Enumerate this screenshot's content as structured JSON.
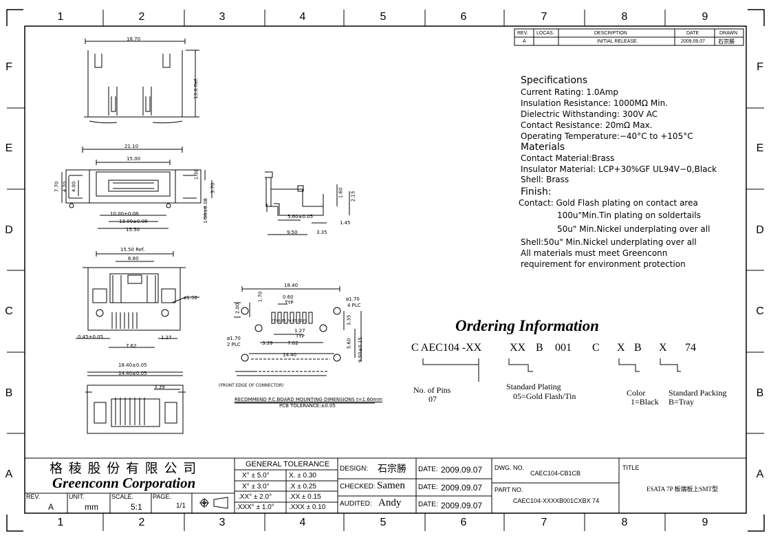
{
  "zones": {
    "top": [
      "1",
      "2",
      "3",
      "4",
      "5",
      "6",
      "7",
      "8",
      "9"
    ],
    "bottom": [
      "1",
      "2",
      "3",
      "4",
      "5",
      "6",
      "7",
      "8",
      "9"
    ],
    "left": [
      "F",
      "E",
      "D",
      "C",
      "B",
      "A"
    ],
    "right": [
      "F",
      "E",
      "D",
      "C",
      "B",
      "A"
    ]
  },
  "revision": {
    "headers": [
      "REV.",
      "LOCAS.",
      "DESCRIPTION",
      "DATE",
      "DRAWN"
    ],
    "row": [
      "A",
      "",
      "INITIAL RELEASE.",
      "2009.09.07",
      "石宗勝"
    ]
  },
  "specifications": {
    "title": "Specifications",
    "lines": [
      "Current Rating: 1.0Amp",
      "Insulation Resistance: 1000MΩ Min.",
      "Dielectric Withstanding: 300V AC",
      "Contact Resistance: 20mΩ Max.",
      "Operating Temperature:−40°C to +105°C"
    ],
    "materials_title": "Materials",
    "materials": [
      "Contact Material:Brass",
      "Insulator Material: LCP+30%GF UL94V−0,Black",
      "Shell: Brass"
    ],
    "finish_title": "Finish:",
    "finish": [
      "Contact: Gold Flash plating on contact area",
      "100u\"Min.Tin plating on soldertails",
      "50u\" Min.Nickel underplating over all",
      "Shell:50u\" Min.Nickel underplating over all",
      "All materials must meet Greenconn",
      "requirement for environment protection"
    ]
  },
  "ordering": {
    "title": "Ordering Information",
    "code": [
      "C AEC104 -XX",
      "XX",
      "B",
      "001",
      "C",
      "X",
      "B",
      "X",
      "74"
    ],
    "labels": {
      "pins": [
        "No. of Pins",
        "07"
      ],
      "plating": [
        "Standard Plating",
        "05=Gold Flash/Tin"
      ],
      "color": [
        "Color",
        "1=Black"
      ],
      "packing": [
        "Standard Packing",
        "B=Tray"
      ]
    }
  },
  "dimensions": {
    "top_view": [
      "18.70",
      "13.6 Ref."
    ],
    "front_view": [
      "21.10",
      "15.00",
      "7.70",
      "4.70",
      "4.00",
      "1.38",
      "3.70",
      "1.50±0.08",
      "10.00±0.08",
      "13.00±0.08",
      "15.50"
    ],
    "side_view": [
      "1.60",
      "2.15",
      "5.60±0.05",
      "1.45",
      "9.50",
      "3.35"
    ],
    "rear_view": [
      "15.50 Ref.",
      "6.80",
      "ø1.50",
      "0.45±0.05",
      "7.62",
      "1.27"
    ],
    "bottom_view": [
      "18.40±0.05",
      "14.40±0.05",
      "3.39"
    ],
    "pcb": [
      "18.40",
      "2.00",
      "1.70",
      "0.60",
      "TYP",
      "ø1.70",
      "4 PLC",
      "P7 P6 P5 P4 P3 P2 P1",
      "1.27",
      "TYP",
      "3.35",
      "ø1.70",
      "2 PLC",
      "3.39",
      "7.62",
      "5.60",
      "9.50±0.15",
      "14.40",
      "(FRONT EDGE OF CONNECTOR)"
    ],
    "pcb_note": "RECOMMEND P.C.BOARD MOUNTING DIMENSIONS t=1.60mm",
    "pcb_tol": "PCB TOLERANCE:±0.05"
  },
  "title_block": {
    "company_cn": "格 稜 股 份 有 限 公 司",
    "company_en": "Greenconn Corporation",
    "rev_label": "REV.",
    "rev": "A",
    "unit_label": "UNIT.",
    "unit": "mm",
    "scale_label": "SCALE.",
    "scale": "5:1",
    "page_label": "PAGE.",
    "page": "1/1",
    "tolerance_title": "GENERAL TOLERANCE",
    "tolerance": [
      [
        "X° ± 5.0°",
        "X.  ± 0.30"
      ],
      [
        "X° ± 3.0°",
        ".X   ± 0.25"
      ],
      [
        ".XX° ± 2.0°",
        ".XX  ± 0.15"
      ],
      [
        ".XXX° ± 1.0°",
        ".XXX ± 0.10"
      ]
    ],
    "design_label": "DESIGN:",
    "design": "石宗勝",
    "checked_label": "CHECKED:",
    "checked": "Samen",
    "audited_label": "AUDITED:",
    "audited": "Andy",
    "date_label": "DATE:",
    "dates": [
      "2009.09.07",
      "2009.09.07",
      "2009.09.07"
    ],
    "dwg_label": "DWG. NO.",
    "dwg": "CAEC104-CB1CB",
    "part_label": "PART NO.",
    "part": "CAEC104-XXXXB001CXBX 74",
    "title_label": "TITLE",
    "title": "ESATA 7P 板端板上SMT型"
  }
}
